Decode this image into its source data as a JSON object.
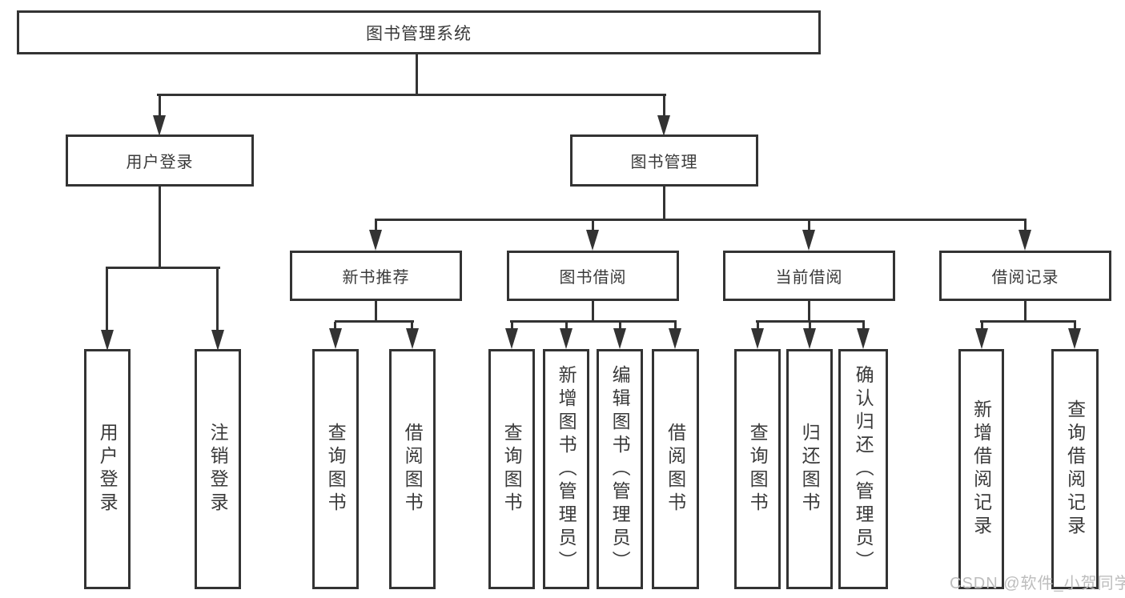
{
  "diagram": {
    "title": "图书管理系统",
    "watermark": "CSDN @软件_小贺同学",
    "colors": {
      "line": "#333333",
      "text": "#3a3a3a",
      "watermark": "#bdbdbd",
      "background": "#ffffff"
    },
    "branches": {
      "user_login": {
        "label": "用户登录",
        "leaves": [
          "用户登录",
          "注销登录"
        ]
      },
      "book_mgmt": {
        "label": "图书管理",
        "sections": [
          {
            "label": "新书推荐",
            "leaves": [
              "查询图书",
              "借阅图书"
            ]
          },
          {
            "label": "图书借阅",
            "leaves": [
              "查询图书",
              "新增图书（管理员）",
              "编辑图书（管理员）",
              "借阅图书"
            ]
          },
          {
            "label": "当前借阅",
            "leaves": [
              "查询图书",
              "归还图书",
              "确认归还（管理员）"
            ]
          },
          {
            "label": "借阅记录",
            "leaves": [
              "新增借阅记录",
              "查询借阅记录"
            ]
          }
        ]
      }
    }
  }
}
